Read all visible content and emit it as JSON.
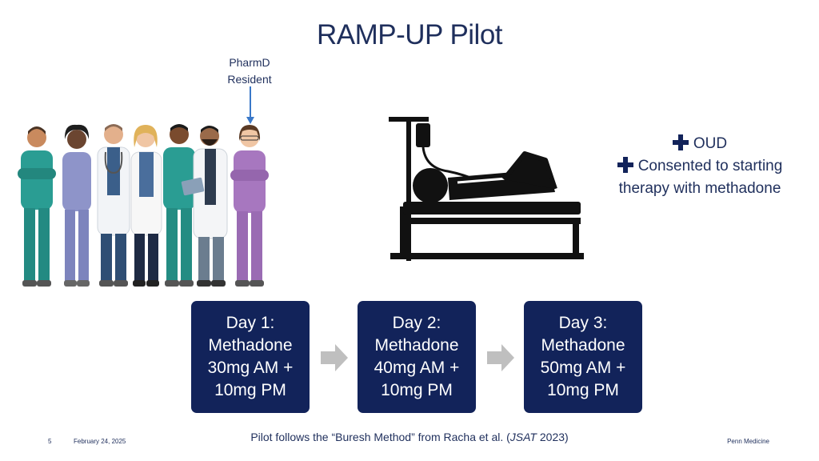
{
  "title": "RAMP-UP Pilot",
  "pharmd_label": {
    "line1": "PharmD",
    "line2": "Resident"
  },
  "criteria": [
    {
      "text": "OUD"
    },
    {
      "text": "Consented to starting"
    },
    {
      "text": "therapy with methadone"
    }
  ],
  "steps": [
    {
      "day": "Day 1:",
      "drug": "Methadone",
      "am": "30mg AM +",
      "pm": "10mg PM"
    },
    {
      "day": "Day 2:",
      "drug": "Methadone",
      "am": "40mg AM +",
      "pm": "10mg PM"
    },
    {
      "day": "Day 3:",
      "drug": "Methadone",
      "am": "50mg AM +",
      "pm": "10mg PM"
    }
  ],
  "footer": {
    "note_prefix": "Pilot follows the “Buresh Method” from Racha et al. (",
    "note_journal": "JSAT",
    "note_suffix": " 2023)",
    "page_number": "5",
    "date": "February 24, 2025",
    "brand": "Penn Medicine"
  },
  "colors": {
    "navy": "#12235a",
    "text": "#1f2f5c",
    "arrow_blue": "#3a78c8",
    "chevron_gray": "#bfbfbf"
  },
  "icons": [
    "medical-team-illustration",
    "hospital-bed-patient-icon",
    "plus-icon",
    "down-arrow-icon",
    "chevron-right-icon"
  ]
}
